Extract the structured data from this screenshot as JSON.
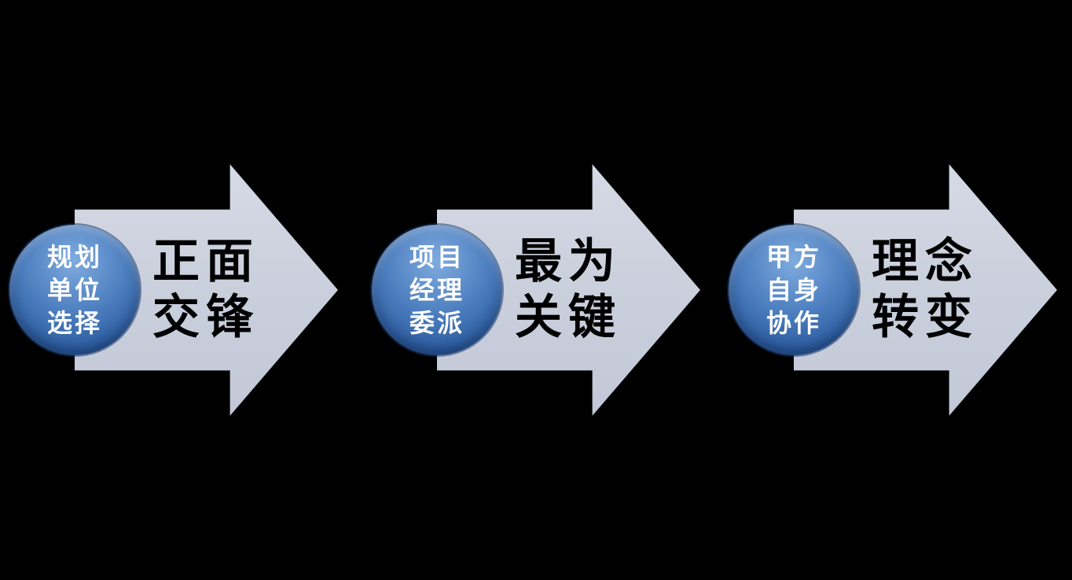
{
  "background_color": "#000000",
  "colors": {
    "arrow_fill": "#cbd0dd",
    "circle_gradient_top": "#7fabdf",
    "circle_gradient_bottom": "#24508f",
    "circle_text": "#ffffff",
    "label_text": "#000000"
  },
  "arrows": [
    {
      "circle_lines": [
        "规划",
        "单位",
        "选择"
      ],
      "label_lines": [
        "正面",
        "交锋"
      ]
    },
    {
      "circle_lines": [
        "项目",
        "经理",
        "委派"
      ],
      "label_lines": [
        "最为",
        "关键"
      ]
    },
    {
      "circle_lines": [
        "甲方",
        "自身",
        "协作"
      ],
      "label_lines": [
        "理念",
        "转变"
      ]
    }
  ]
}
